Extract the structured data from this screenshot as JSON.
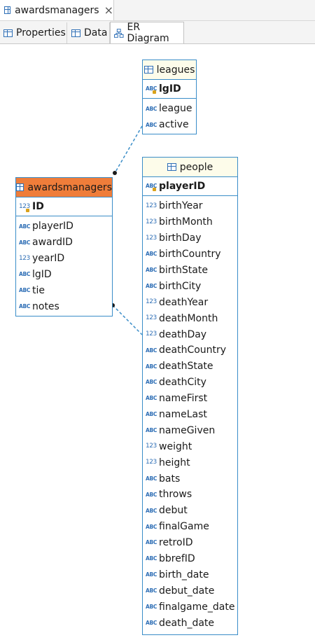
{
  "editor": {
    "tab_title": "awardsmanagers",
    "close_glyph": "×"
  },
  "subtabs": [
    {
      "label": "Properties",
      "icon": "properties-icon"
    },
    {
      "label": "Data",
      "icon": "data-icon"
    },
    {
      "label": "ER Diagram",
      "icon": "er-diagram-icon",
      "active": true
    }
  ],
  "entities": {
    "leagues": {
      "title": "leagues",
      "pk": {
        "name": "lgID",
        "type": "abc"
      },
      "columns": [
        {
          "name": "league",
          "type": "abc"
        },
        {
          "name": "active",
          "type": "abc"
        }
      ]
    },
    "awardsmanagers": {
      "title": "awardsmanagers",
      "pk": {
        "name": "ID",
        "type": "123"
      },
      "columns": [
        {
          "name": "playerID",
          "type": "abc"
        },
        {
          "name": "awardID",
          "type": "abc"
        },
        {
          "name": "yearID",
          "type": "123"
        },
        {
          "name": "lgID",
          "type": "abc"
        },
        {
          "name": "tie",
          "type": "abc"
        },
        {
          "name": "notes",
          "type": "abc"
        }
      ]
    },
    "people": {
      "title": "people",
      "pk": {
        "name": "playerID",
        "type": "abc"
      },
      "columns": [
        {
          "name": "birthYear",
          "type": "123"
        },
        {
          "name": "birthMonth",
          "type": "123"
        },
        {
          "name": "birthDay",
          "type": "123"
        },
        {
          "name": "birthCountry",
          "type": "abc"
        },
        {
          "name": "birthState",
          "type": "abc"
        },
        {
          "name": "birthCity",
          "type": "abc"
        },
        {
          "name": "deathYear",
          "type": "123"
        },
        {
          "name": "deathMonth",
          "type": "123"
        },
        {
          "name": "deathDay",
          "type": "123"
        },
        {
          "name": "deathCountry",
          "type": "abc"
        },
        {
          "name": "deathState",
          "type": "abc"
        },
        {
          "name": "deathCity",
          "type": "abc"
        },
        {
          "name": "nameFirst",
          "type": "abc"
        },
        {
          "name": "nameLast",
          "type": "abc"
        },
        {
          "name": "nameGiven",
          "type": "abc"
        },
        {
          "name": "weight",
          "type": "123"
        },
        {
          "name": "height",
          "type": "123"
        },
        {
          "name": "bats",
          "type": "abc"
        },
        {
          "name": "throws",
          "type": "abc"
        },
        {
          "name": "debut",
          "type": "abc"
        },
        {
          "name": "finalGame",
          "type": "abc"
        },
        {
          "name": "retroID",
          "type": "abc"
        },
        {
          "name": "bbrefID",
          "type": "abc"
        },
        {
          "name": "birth_date",
          "type": "abc"
        },
        {
          "name": "debut_date",
          "type": "abc"
        },
        {
          "name": "finalgame_date",
          "type": "abc"
        },
        {
          "name": "death_date",
          "type": "abc"
        }
      ]
    }
  },
  "type_glyphs": {
    "abc": "ABC",
    "123": "123"
  },
  "colors": {
    "link": "#3a8dc8",
    "selected_header": "#ef7d3a",
    "header": "#fdfcea",
    "border": "#3a8dc8"
  }
}
